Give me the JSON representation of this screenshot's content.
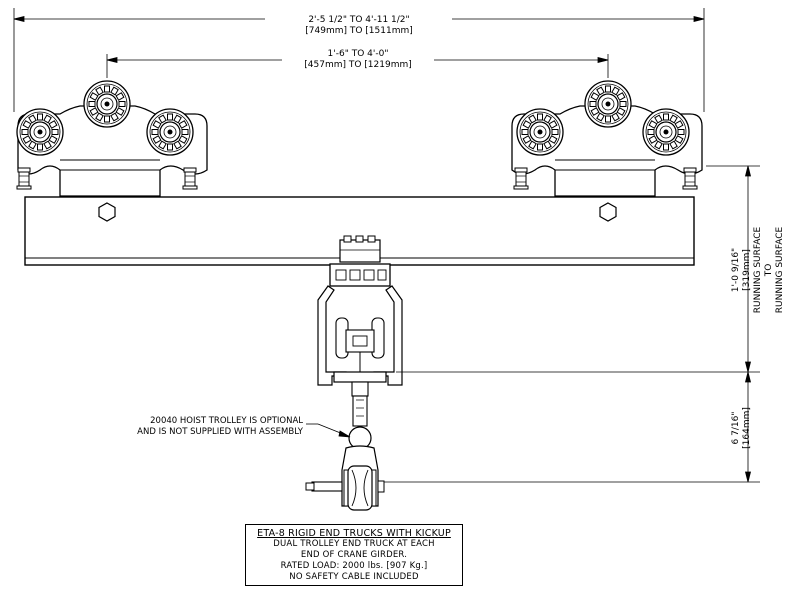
{
  "dimensions": {
    "overall_span": "2'-5 1/2\" TO 4'-11 1/2\"",
    "overall_span_metric": "[749mm] TO [1511mm]",
    "wheel_span": "1'-6\" TO 4'-0\"",
    "wheel_span_metric": "[457mm] TO [1219mm]",
    "vertical_upper": "1'-0 9/16\"",
    "vertical_upper_metric": "[319mm]",
    "vertical_upper_note_1": "RUNNING SURFACE",
    "vertical_upper_note_2": "TO",
    "vertical_upper_note_3": "RUNNING SURFACE",
    "vertical_lower": "6 7/16\"",
    "vertical_lower_metric": "[164mm]"
  },
  "callout": {
    "line1": "20040 HOIST TROLLEY IS OPTIONAL",
    "line2": "AND IS NOT SUPPLIED WITH ASSEMBLY"
  },
  "title_block": {
    "title": "ETA-8 RIGID END TRUCKS WITH KICKUP",
    "line1": "DUAL TROLLEY END TRUCK AT EACH",
    "line2": "END OF CRANE GIRDER.",
    "line3": "RATED LOAD: 2000 lbs. [907 Kg.]",
    "line4": "NO SAFETY CABLE INCLUDED"
  }
}
